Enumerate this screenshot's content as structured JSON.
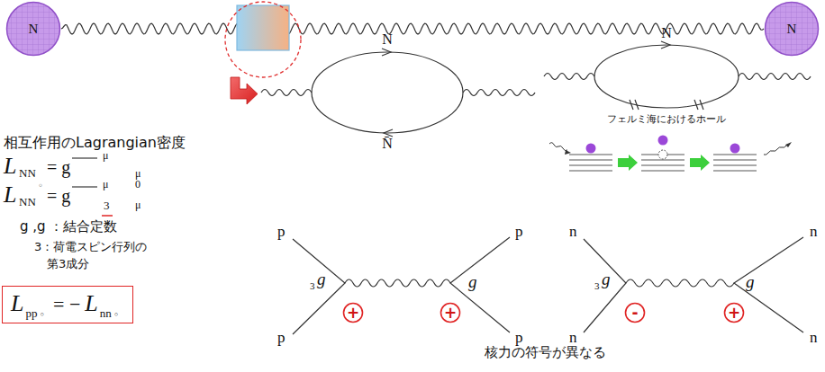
{
  "diagram": {
    "nodes": [
      {
        "text": [
          "N"
        ]
      },
      {
        "text": [
          "N"
        ]
      },
      {
        "text": [
          "L",
          "pp",
          "◦",
          "= −",
          "L",
          "nn",
          "◦"
        ]
      },
      {
        "text": [
          "+"
        ]
      },
      {
        "text": [
          "+"
        ]
      },
      {
        "text": [
          "-"
        ]
      },
      {
        "text": [
          "+"
        ]
      }
    ],
    "edges": [
      {
        "from": 0,
        "to": 1,
        "arrow": "none"
      }
    ],
    "labels": [
      "N",
      "N̄",
      "N",
      "フェルミ海におけるホール",
      "相互作用のLagrangian密度",
      "L",
      "NN",
      "= g",
      "μ",
      "μ",
      "L",
      "NN",
      "◦",
      "= g",
      "μ",
      "3",
      "0",
      "μ",
      "g ,g ：結合定数",
      "3：荷電スピン行列の",
      "第3成分",
      "p",
      "p",
      "p",
      "p",
      "3",
      "g",
      "g",
      "n",
      "n",
      "n",
      "n",
      "3",
      "g",
      "g",
      "核力の符号が異なる"
    ]
  }
}
